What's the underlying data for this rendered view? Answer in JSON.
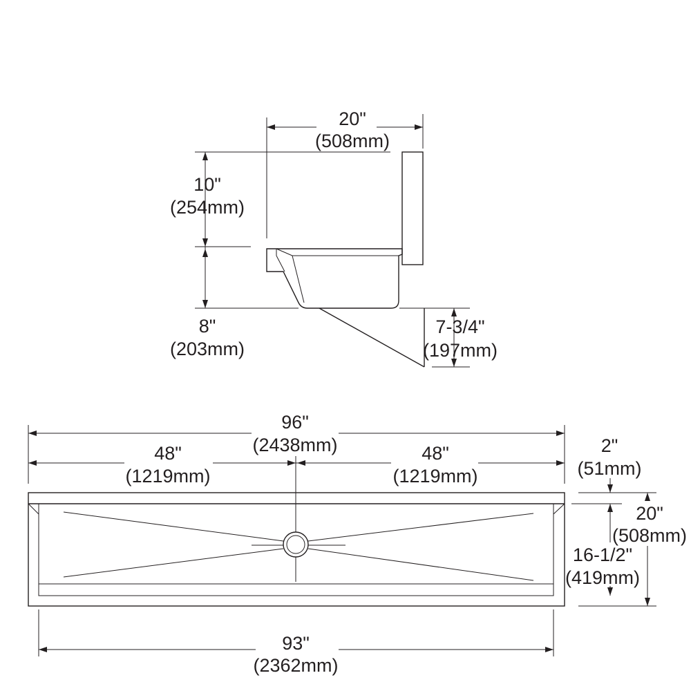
{
  "side_view": {
    "width": {
      "imperial": "20\"",
      "metric": "(508mm)"
    },
    "height_above": {
      "imperial": "10\"",
      "metric": "(254mm)"
    },
    "bowl_depth": {
      "imperial": "8\"",
      "metric": "(203mm)"
    },
    "bracket_depth": {
      "imperial": "7-3/4\"",
      "metric": "(197mm)"
    }
  },
  "front_view": {
    "overall_length": {
      "imperial": "96\"",
      "metric": "(2438mm)"
    },
    "left_half": {
      "imperial": "48\"",
      "metric": "(1219mm)"
    },
    "right_half": {
      "imperial": "48\"",
      "metric": "(1219mm)"
    },
    "backsplash": {
      "imperial": "2\"",
      "metric": "(51mm)"
    },
    "overall_height": {
      "imperial": "20\"",
      "metric": "(508mm)"
    },
    "bowl_height": {
      "imperial": "16-1/2\"",
      "metric": "(419mm)"
    },
    "inner_length": {
      "imperial": "93\"",
      "metric": "(2362mm)"
    }
  }
}
